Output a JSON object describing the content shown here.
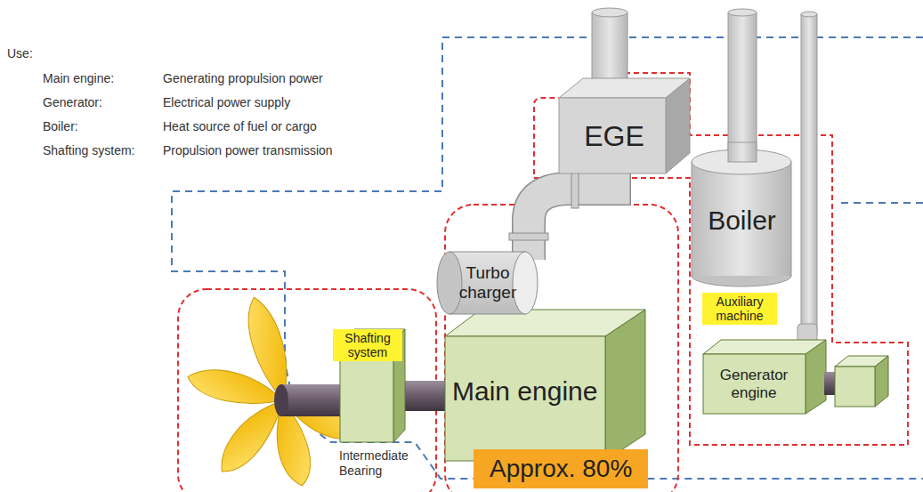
{
  "diagram": {
    "nodes": [
      {
        "text": [
          "EGE"
        ]
      },
      {
        "text": [
          "Boiler"
        ]
      },
      {
        "text": [
          "Turbo charger"
        ]
      },
      {
        "text": [
          "Shafting system"
        ]
      },
      {
        "text": [
          "Main engine"
        ]
      },
      {
        "text": [
          "Auxiliary machine"
        ]
      },
      {
        "text": [
          "Generator engine"
        ]
      },
      {
        "text": [
          "Approx. 80%"
        ]
      }
    ],
    "labels": [
      "Use:",
      "Main engine:",
      "Generating propulsion power",
      "Generator:",
      "Electrical power supply",
      "Boiler:",
      "Heat source of fuel or cargo",
      "Shafting system:",
      "Propulsion power transmission",
      "Intermediate Bearing"
    ]
  }
}
